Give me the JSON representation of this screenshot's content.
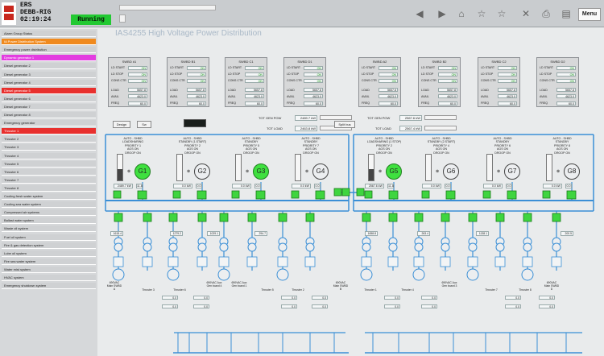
{
  "header": {
    "line1": "ERS",
    "line2": "DEBB-RIG",
    "clock": "02:19:24",
    "status": "Running",
    "menu": "Menu"
  },
  "sidebar": {
    "items": [
      {
        "label": "Alarm Group Status",
        "color": "#cfd1d3",
        "text": "#222"
      },
      {
        "label": "IA Power Distribution System",
        "color": "#f08a1e",
        "text": "#fff"
      },
      {
        "label": "Emergency power distribution",
        "color": "#cfd1d3",
        "text": "#222"
      },
      {
        "label": "Dynamic generator 1",
        "color": "#e33de0",
        "text": "#fff"
      },
      {
        "label": "Diesel generator 2",
        "color": "#cfd1d3",
        "text": "#222"
      },
      {
        "label": "Diesel generator 3",
        "color": "#cfd1d3",
        "text": "#222"
      },
      {
        "label": "Diesel generator 4",
        "color": "#cfd1d3",
        "text": "#222"
      },
      {
        "label": "Diesel generator 5",
        "color": "#e8302e",
        "text": "#fff"
      },
      {
        "label": "Diesel generator 6",
        "color": "#cfd1d3",
        "text": "#222"
      },
      {
        "label": "Diesel generator 7",
        "color": "#cfd1d3",
        "text": "#222"
      },
      {
        "label": "Diesel generator 8",
        "color": "#cfd1d3",
        "text": "#222"
      },
      {
        "label": "Emergency generator",
        "color": "#cfd1d3",
        "text": "#222"
      },
      {
        "label": "Thruster 1",
        "color": "#e8302e",
        "text": "#fff"
      },
      {
        "label": "Thruster 2",
        "color": "#cfd1d3",
        "text": "#222"
      },
      {
        "label": "Thruster 3",
        "color": "#cfd1d3",
        "text": "#222"
      },
      {
        "label": "Thruster 4",
        "color": "#cfd1d3",
        "text": "#222"
      },
      {
        "label": "Thruster 5",
        "color": "#cfd1d3",
        "text": "#222"
      },
      {
        "label": "Thruster 6",
        "color": "#cfd1d3",
        "text": "#222"
      },
      {
        "label": "Thruster 7",
        "color": "#cfd1d3",
        "text": "#222"
      },
      {
        "label": "Thruster 8",
        "color": "#cfd1d3",
        "text": "#222"
      },
      {
        "label": "Cooling fresh water system",
        "color": "#cfd1d3",
        "text": "#222"
      },
      {
        "label": "Cooling sea water system",
        "color": "#cfd1d3",
        "text": "#222"
      },
      {
        "label": "Compressed air systems",
        "color": "#cfd1d3",
        "text": "#222"
      },
      {
        "label": "Ballast water system",
        "color": "#cfd1d3",
        "text": "#222"
      },
      {
        "label": "Waste oil system",
        "color": "#cfd1d3",
        "text": "#222"
      },
      {
        "label": "Fuel oil system",
        "color": "#cfd1d3",
        "text": "#222"
      },
      {
        "label": "Fire & gas detection system",
        "color": "#cfd1d3",
        "text": "#222"
      },
      {
        "label": "Lube oil system",
        "color": "#cfd1d3",
        "text": "#222"
      },
      {
        "label": "Fire sea water system",
        "color": "#cfd1d3",
        "text": "#222"
      },
      {
        "label": "Water mist system",
        "color": "#cfd1d3",
        "text": "#222"
      },
      {
        "label": "HVAC system",
        "color": "#cfd1d3",
        "text": "#222"
      },
      {
        "label": "Emergency shutdown system",
        "color": "#cfd1d3",
        "text": "#222"
      }
    ]
  },
  "main": {
    "title": "IAS4255   High Voltage Power Distribution",
    "swbd_row_labels": [
      "LD START",
      "LD STOP",
      "CONS CTR",
      "LOAD",
      "AVAIL",
      "FREQ"
    ],
    "swbds": [
      {
        "name": "SWBD #1",
        "vals": [
          "ON",
          "ON",
          "ON",
          "5657.8",
          "4623.0",
          "60.0"
        ]
      },
      {
        "name": "SWBD B1",
        "vals": [
          "ON",
          "ON",
          "ON",
          "5657.8",
          "4623.0",
          "60.0"
        ]
      },
      {
        "name": "SWBD C1",
        "vals": [
          "ON",
          "ON",
          "ON",
          "5657.8",
          "4623.0",
          "60.0"
        ]
      },
      {
        "name": "SWBD D1",
        "vals": [
          "ON",
          "ON",
          "ON",
          "5657.8",
          "4623.0",
          "60.0"
        ]
      },
      {
        "name": "SWBD A2",
        "vals": [
          "ON",
          "ON",
          "ON",
          "5657.8",
          "4623.0",
          "60.0"
        ]
      },
      {
        "name": "SWBD B2",
        "vals": [
          "ON",
          "ON",
          "ON",
          "5657.8",
          "4623.0",
          "60.0"
        ]
      },
      {
        "name": "SWBD C2",
        "vals": [
          "ON",
          "ON",
          "ON",
          "5657.8",
          "4623.0",
          "60.0"
        ]
      },
      {
        "name": "SWBD D2",
        "vals": [
          "ON",
          "ON",
          "ON",
          "5657.8",
          "4623.0",
          "60.0"
        ]
      }
    ],
    "controls": {
      "btn1": "Design",
      "btn2": "Sw",
      "btn3": "Split bus",
      "left_pow_label": "TOT GEN POW",
      "left_pow": "2489.7 kW",
      "left_load_label": "TOT LOAD",
      "left_load": "2463.8 kW",
      "right_pow_label": "TOT GEN POW",
      "right_pow": "2567.6 kW",
      "right_load_label": "TOT LOAD",
      "right_load": "2567.4 kW"
    },
    "generators": [
      {
        "id": "G1",
        "on": true,
        "fill": 0.45,
        "kw": "2489.7 kW",
        "pct": "11.8",
        "text": [
          "AUTO - SHBD",
          "LOADSHARING",
          "PRIORITY 1",
          "AGS ON",
          "DROOP ON"
        ]
      },
      {
        "id": "G2",
        "on": false,
        "fill": 0.0,
        "kw": "0.0 kW",
        "pct": "0.0",
        "text": [
          "AUTO - SHBD",
          "STANDBY (1.START)",
          "PRIORITY 2",
          "AGS ON",
          "DROOP ON"
        ]
      },
      {
        "id": "G3",
        "on": true,
        "fill": 0.0,
        "kw": "0.0 kW",
        "pct": "0.0",
        "text": [
          "AUTO - SHBD",
          "STANDBY",
          "PRIORITY 5",
          "AGS ON",
          "DROOP ON"
        ]
      },
      {
        "id": "G4",
        "on": false,
        "fill": 0.0,
        "kw": "0.0 kW",
        "pct": "0.0",
        "text": [
          "AUTO - SHBD",
          "STANDBY",
          "PRIORITY 7",
          "AGS ON",
          "DROOP ON"
        ]
      },
      {
        "id": "G5",
        "on": true,
        "fill": 0.45,
        "kw": "2567.6 kW",
        "pct": "11.8",
        "text": [
          "AUTO - SHBD",
          "LOADSHARING (1 STOP)",
          "PRIORITY 2",
          "AGS ON",
          "DROOP ON"
        ]
      },
      {
        "id": "G6",
        "on": false,
        "fill": 0.0,
        "kw": "0.0 kW",
        "pct": "0.0",
        "text": [
          "AUTO - SHBD",
          "STANDBY (2.START)",
          "PRIORITY 4",
          "AGS ON",
          "DROOP ON"
        ]
      },
      {
        "id": "G7",
        "on": false,
        "fill": 0.0,
        "kw": "0.0 kW",
        "pct": "0.0",
        "text": [
          "AUTO - SHBD",
          "STANDBY",
          "PRIORITY 6",
          "AGS ON",
          "DROOP ON"
        ]
      },
      {
        "id": "G8",
        "on": false,
        "fill": 0.0,
        "kw": "0.0 kW",
        "pct": "0.0",
        "text": [
          "AUTO - SHBD",
          "STANDBY",
          "PRIORITY 8",
          "AGS ON",
          "DROOP ON"
        ]
      }
    ],
    "feeder_values": [
      "1615.4",
      "",
      "1279.2",
      "1029.1",
      "",
      "294.7",
      "",
      "",
      "1658.8",
      "",
      "263.4",
      "",
      "1138.1",
      "",
      "",
      "200.5"
    ],
    "thrusters": [
      "Thruster 3",
      "Thruster 6",
      "Thruster 5",
      "Thruster 2",
      "Thruster 1",
      "Thruster 4",
      "Thruster 7",
      "Thruster 8"
    ],
    "transformers": [
      "690VAC Main SWBD A",
      "690VAC Aux Gen board 4",
      "690VAC Aux Gen board 1",
      "690VAC Main SWBD B",
      "690VAC Aux Gen board 3",
      "690VAC Main SWBD D"
    ],
    "small_val": "0.0"
  },
  "colors": {
    "bus": "#3a8fd6",
    "on": "#3fd53f",
    "accent_title": "#a9b8c7"
  }
}
